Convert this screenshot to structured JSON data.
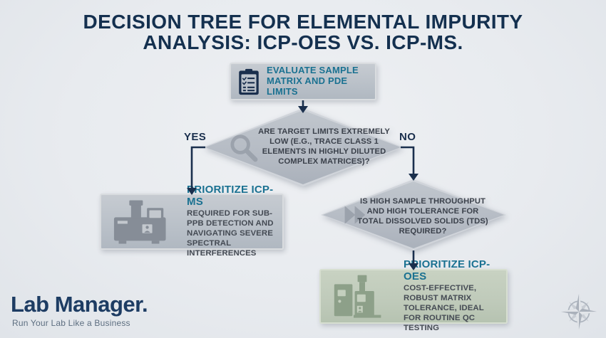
{
  "title": {
    "line1": "DECISION TREE FOR ELEMENTAL IMPURITY",
    "line2": "ANALYSIS: ICP-OES VS. ICP-MS."
  },
  "flowchart": {
    "start": {
      "label": "EVALUATE SAMPLE MATRIX AND PDE LIMITS",
      "icon": "clipboard-checklist-icon"
    },
    "decision1": {
      "question": "ARE TARGET LIMITS EXTREMELY LOW (E.G., TRACE CLASS 1 ELEMENTS IN HIGHLY DILUTED COMPLEX MATRICES)?",
      "icon": "magnifier-icon",
      "yes_label": "YES",
      "no_label": "NO"
    },
    "outcome_icpms": {
      "title": "PRIORITIZE ICP-MS",
      "description": "REQUIRED FOR SUB-PPB DETECTION AND NAVIGATING SEVERE SPECTRAL INTERFERENCES",
      "icon": "icp-ms-instrument-icon"
    },
    "decision2": {
      "question": "IS HIGH SAMPLE THROUGHPUT AND HIGH TOLERANCE FOR TOTAL DISSOLVED SOLIDS (TDS) REQUIRED?",
      "icon": "fast-forward-icon"
    },
    "outcome_icpoes": {
      "title": "PRIORITIZE ICP-OES",
      "description": "COST-EFFECTIVE, ROBUST MATRIX TOLERANCE, IDEAL FOR ROUTINE QC TESTING",
      "icon": "icp-oes-instrument-icon"
    }
  },
  "footer": {
    "logo": "Lab Manager.",
    "tagline": "Run Your Lab Like a Business",
    "compass": "compass-rose-icon"
  },
  "colors": {
    "background": "#e8ebef",
    "navy": "#1a2f4d",
    "title_navy": "#14304f",
    "teal": "#1a7191",
    "diamond_fill": "#b4bac3",
    "gray_box_fill": "#bdc4cb",
    "green_box_fill": "#c0ccbc",
    "desc_text": "#454b54",
    "icon_gray": "#868d97",
    "icon_green": "#8da089",
    "tagline_gray": "#5d6e80",
    "compass_gray": "#aeb5bf"
  }
}
